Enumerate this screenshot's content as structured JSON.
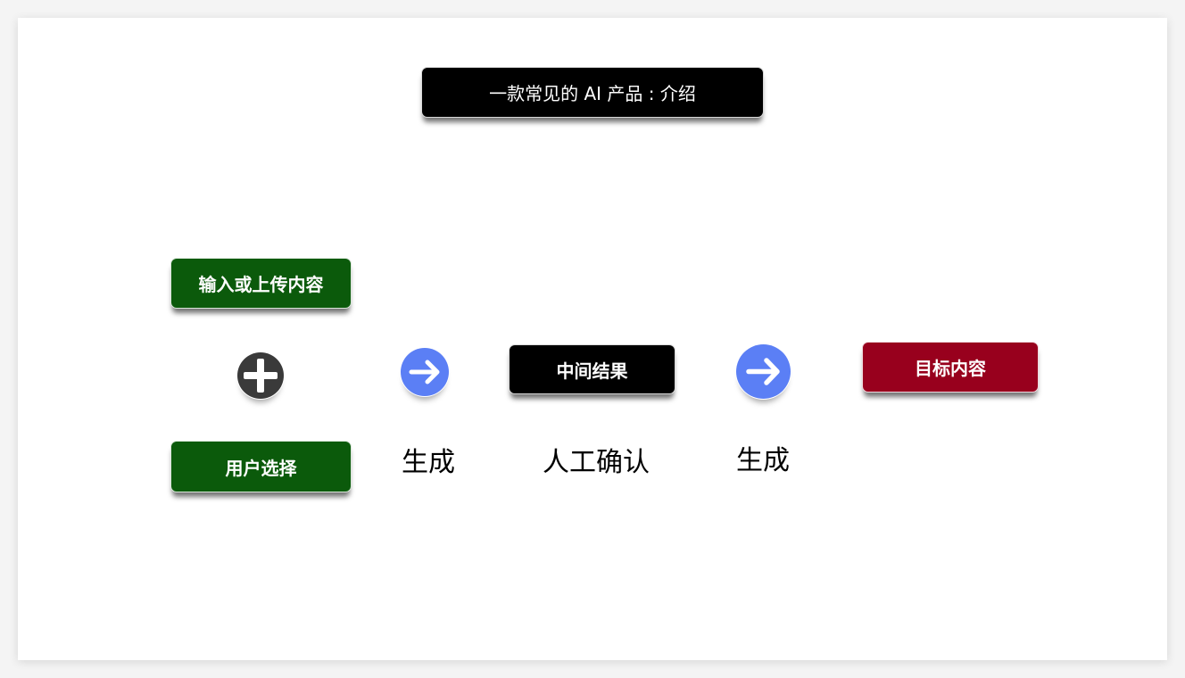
{
  "title": "一款常见的 AI  产品 : 介绍",
  "boxes": {
    "input": "输入或上传内容",
    "user_select": "用户选择",
    "intermediate": "中间结果",
    "target": "目标内容"
  },
  "labels": {
    "generate_1": "生成",
    "manual_confirm": "人工确认",
    "generate_2": "生成"
  },
  "icons": {
    "plus": "plus-circle-icon",
    "arrow_1": "arrow-right-circle-icon",
    "arrow_2": "arrow-right-circle-icon"
  },
  "colors": {
    "title_box": "#000000",
    "green_box": "#0b5a0b",
    "intermediate_box": "#000000",
    "target_box": "#98001d",
    "plus_icon": "#3a3a3a",
    "arrow_icon": "#5b7ff5"
  }
}
